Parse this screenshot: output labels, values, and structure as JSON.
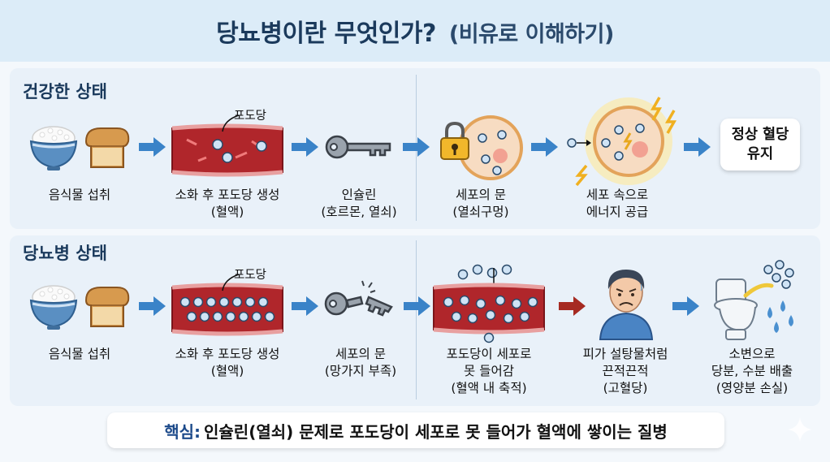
{
  "title": "당뇨병이란 무엇인가?",
  "subtitle": "(비유로 이해하기)",
  "healthy": {
    "label": "건강한 상태",
    "glucose_label": "포도당",
    "steps": [
      {
        "line1": "음식물 섭취",
        "line2": ""
      },
      {
        "line1": "소화 후 포도당 생성",
        "line2": "(혈액)"
      },
      {
        "line1": "인슐린",
        "line2": "(호르몬, 열쇠)"
      },
      {
        "line1": "세포의 문",
        "line2": "(열쇠구멍)"
      },
      {
        "line1": "세포 속으로",
        "line2": "에너지 공급"
      }
    ],
    "result": {
      "line1": "정상 혈당",
      "line2": "유지"
    }
  },
  "diabetes": {
    "label": "당뇨병 상태",
    "glucose_label": "포도당",
    "steps": [
      {
        "line1": "음식물 섭취",
        "line2": "",
        "line3": ""
      },
      {
        "line1": "소화 후 포도당 생성",
        "line2": "(혈액)",
        "line3": ""
      },
      {
        "line1": "세포의 문",
        "line2": "(망가지 부족)",
        "line3": ""
      },
      {
        "line1": "포도당이 세포로",
        "line2": "못 들어감",
        "line3": "(혈액 내 축적)"
      },
      {
        "line1": "피가 설탕물처럼",
        "line2": "끈적끈적",
        "line3": "(고혈당)"
      },
      {
        "line1": "소변으로",
        "line2": "당분, 수분 배출",
        "line3": "(영양분 손실)"
      }
    ]
  },
  "summary": {
    "key": "핵심:",
    "text": "인슐린(열쇠) 문제로 포도당이 세포로 못 들어가 혈액에 쌓이는 질병"
  },
  "icons": {
    "food": "rice-bowl-and-bread-icon",
    "vessel": "blood-vessel-icon",
    "key": "key-icon",
    "broken_key": "broken-key-icon",
    "cell": "cell-icon",
    "lock": "padlock-icon",
    "person": "sick-person-icon",
    "toilet": "toilet-icon"
  },
  "colors": {
    "arrow_blue": "#3a83c8",
    "arrow_red": "#a62a22",
    "vessel_red": "#b0262b",
    "title_bg": "#dcecf8",
    "title_text": "#1b3a5c"
  }
}
